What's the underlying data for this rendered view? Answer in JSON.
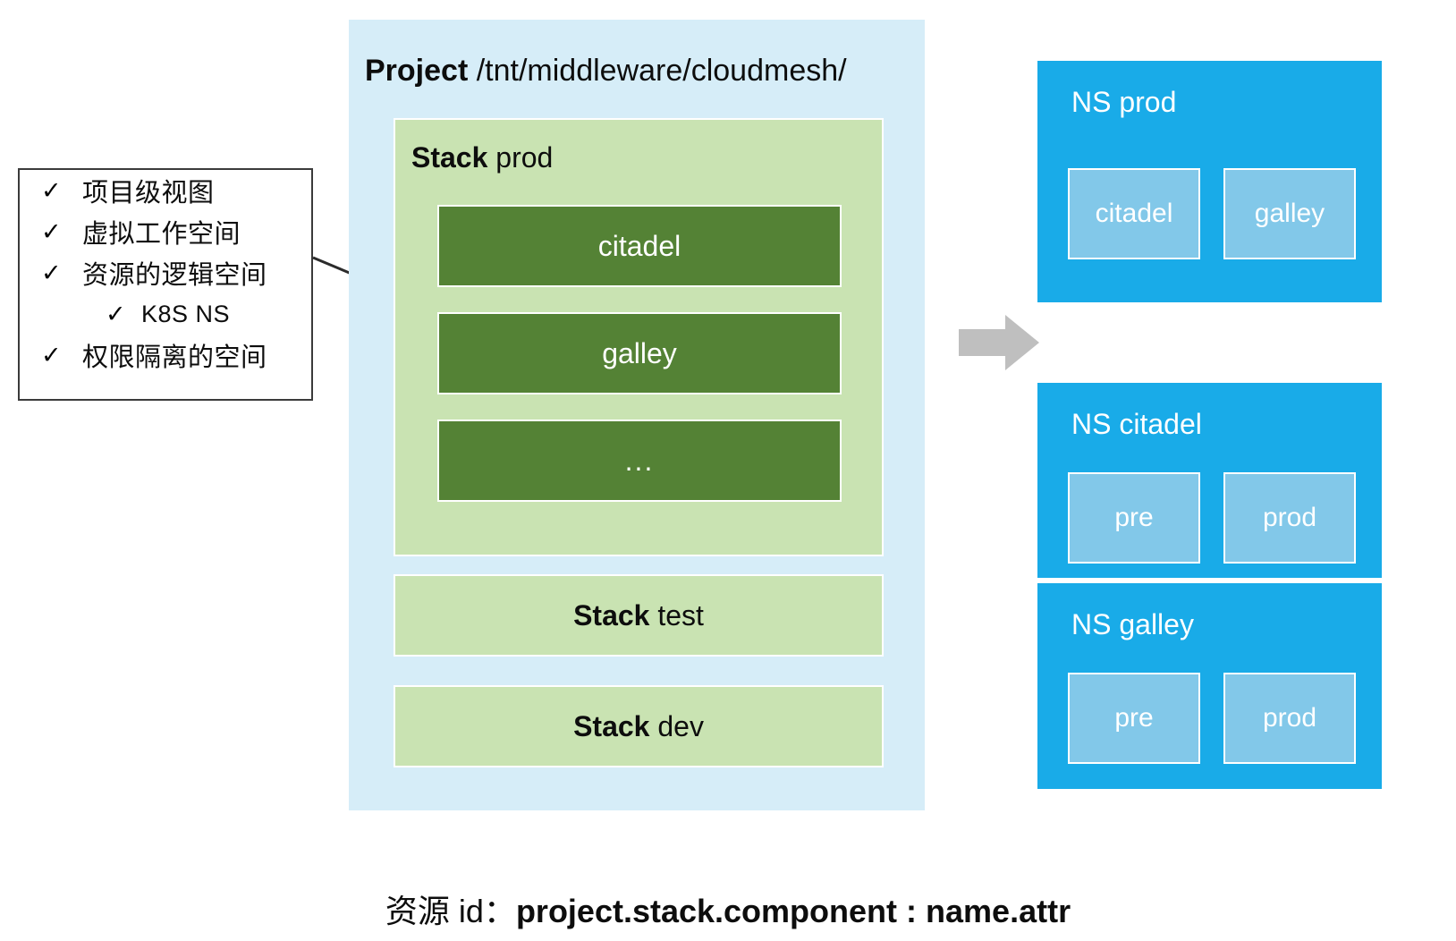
{
  "checklist": {
    "check_icon": "check-icon",
    "items": [
      {
        "text": "项目级视图",
        "indented": false
      },
      {
        "text": "虚拟工作空间",
        "indented": false
      },
      {
        "text": "资源的逻辑空间",
        "indented": false
      },
      {
        "text": "K8S NS",
        "indented": true
      },
      {
        "text": "权限隔离的空间",
        "indented": false
      }
    ]
  },
  "project": {
    "keyword": "Project",
    "path": "/tnt/middleware/cloudmesh/",
    "stack_prod": {
      "keyword": "Stack",
      "name": "prod",
      "components": [
        "citadel",
        "galley",
        "..."
      ]
    },
    "other_stacks": [
      {
        "keyword": "Stack",
        "name": "test"
      },
      {
        "keyword": "Stack",
        "name": "dev"
      }
    ]
  },
  "arrow": {
    "icon": "right-arrow-icon"
  },
  "namespaces": [
    {
      "title": "NS prod",
      "items": [
        "citadel",
        "galley"
      ]
    },
    {
      "title": "NS citadel",
      "items": [
        "pre",
        "prod"
      ]
    },
    {
      "title": "NS galley",
      "items": [
        "pre",
        "prod"
      ]
    }
  ],
  "caption": {
    "label": "资源 id：",
    "value": "project.stack.component : name.attr"
  },
  "colors": {
    "project_bg": "#D6EDF8",
    "stack_bg": "#C9E3B2",
    "component_bg": "#548235",
    "ns_bg": "#19ABE8",
    "ns_item_bg": "#82C8E9",
    "arrow": "#BFBFBF",
    "border": "#3B3B3B"
  }
}
